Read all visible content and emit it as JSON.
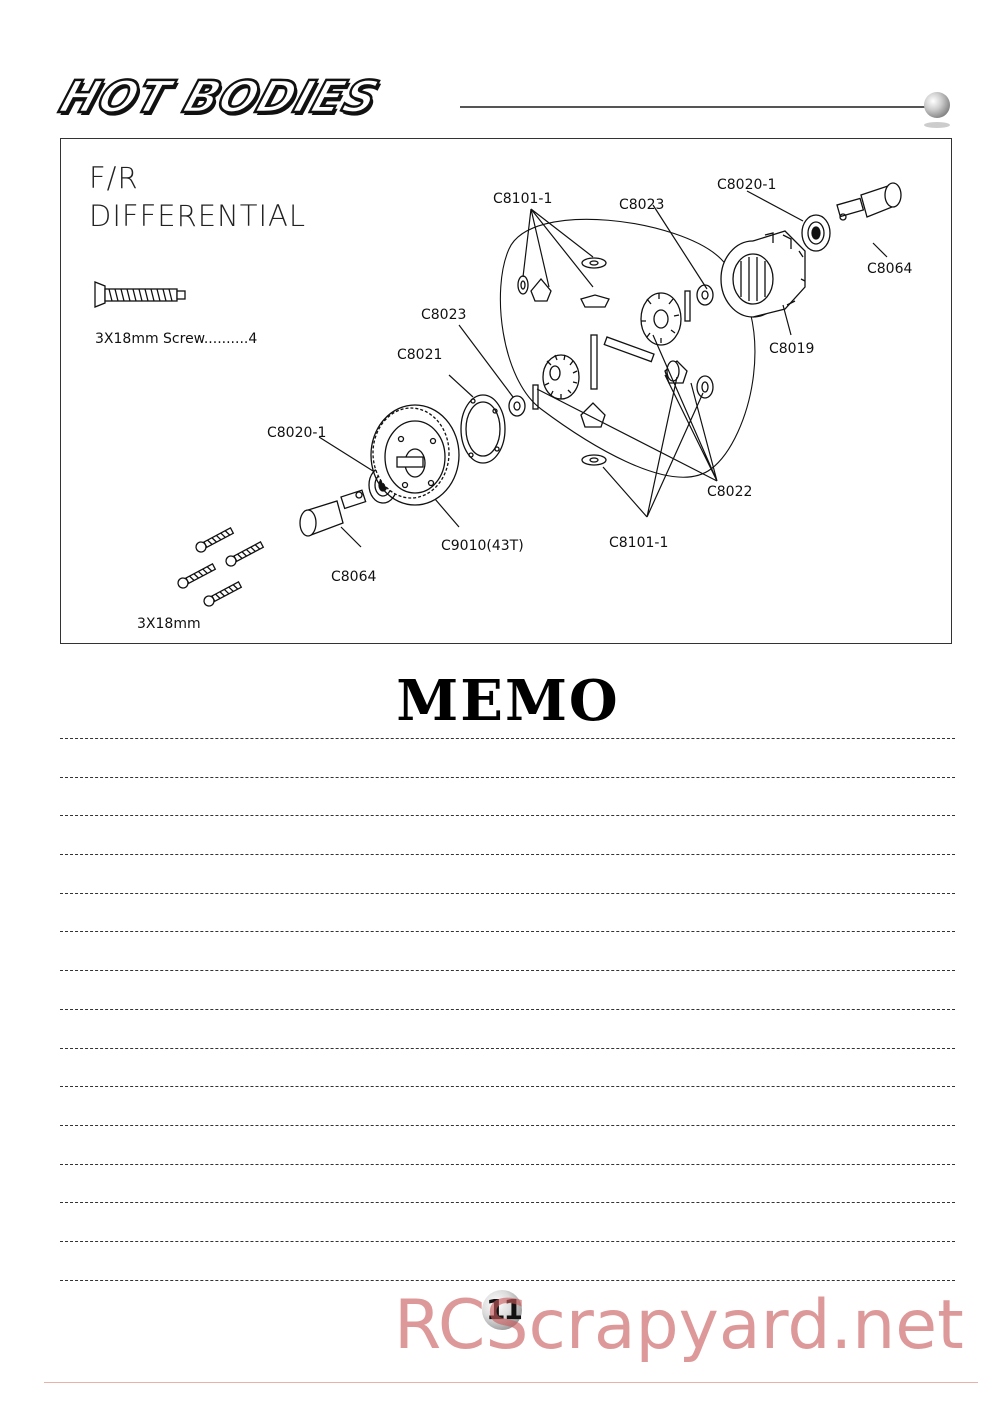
{
  "header": {
    "brand": "HOT BODIES",
    "colors": {
      "line": "#555555",
      "ball": "#9a9a9a"
    }
  },
  "diagram": {
    "title_line1": "F/R",
    "title_line2": "DIFFERENTIAL",
    "screw_caption": "3X18mm  Screw..........4",
    "screw_group_caption": "3X18mm",
    "labels": {
      "c8101_1_top": "C8101-1",
      "c8023_top": "C8023",
      "c8020_1_top": "C8020-1",
      "c8064_right": "C8064",
      "c8019": "C8019",
      "c8023_left": "C8023",
      "c8021": "C8021",
      "c8020_1_left": "C8020-1",
      "c8022": "C8022",
      "c9010": "C9010(43T)",
      "c8101_1_bottom": "C8101-1",
      "c8064_left": "C8064"
    }
  },
  "memo": {
    "title": "MEMO",
    "line_count": 15
  },
  "footer": {
    "page_number": "11",
    "watermark": "RCScrapyard.net",
    "colors": {
      "watermark": "#c85a5a",
      "rule": "#e7b3a8"
    }
  }
}
